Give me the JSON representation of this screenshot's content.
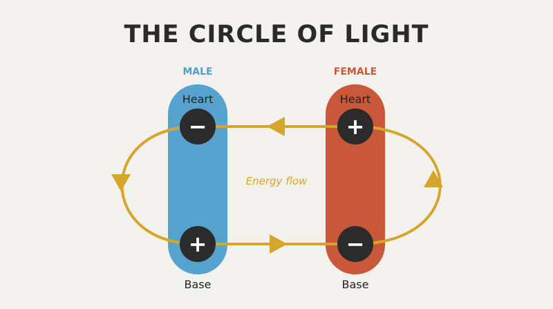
{
  "title": "THE CIRCLE OF LIGHT",
  "male": {
    "label": "MALE",
    "color": "#57a3cf",
    "top_label": "Heart",
    "bottom_label": "Base",
    "top_polarity": "−",
    "bottom_polarity": "+"
  },
  "female": {
    "label": "FEMALE",
    "color": "#c9573a",
    "top_label": "Heart",
    "bottom_label": "Base",
    "top_polarity": "+",
    "bottom_polarity": "−"
  },
  "flow": {
    "label": "Energy flow",
    "color": "#d4a72c"
  }
}
